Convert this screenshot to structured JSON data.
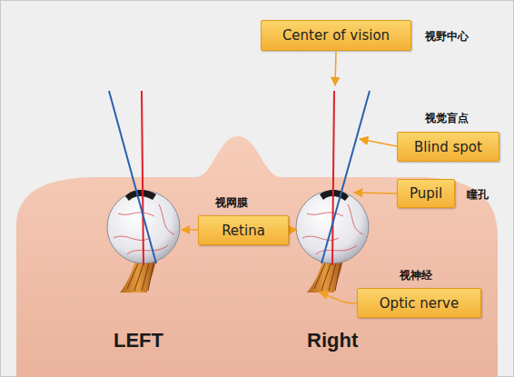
{
  "diagram": {
    "nodes": [
      {
        "text": [
          "Center of vision",
          "视野中心"
        ]
      },
      {
        "text": [
          "Blind spot",
          "视觉盲点"
        ]
      },
      {
        "text": [
          "Pupil",
          "瞳孔"
        ]
      },
      {
        "text": [
          "Retina",
          "视网膜"
        ]
      },
      {
        "text": [
          "Optic nerve",
          "视神经"
        ]
      }
    ],
    "labels": [
      "LEFT",
      "Right"
    ]
  }
}
